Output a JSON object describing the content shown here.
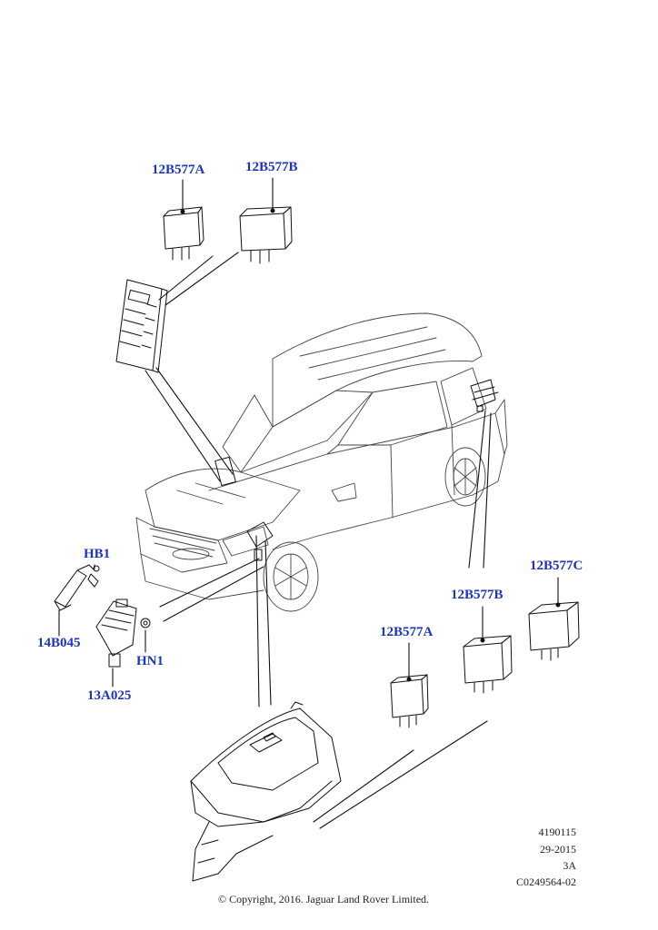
{
  "callouts": {
    "relay_a_top": "12B577A",
    "relay_b_top": "12B577B",
    "hb1": "HB1",
    "c14b045": "14B045",
    "hn1": "HN1",
    "c13a025": "13A025",
    "relay_c_right": "12B577C",
    "relay_b_right": "12B577B",
    "relay_a_bottom": "12B577A"
  },
  "reference": {
    "number": "4190115",
    "date": "29-2015",
    "section": "3A",
    "code": "C0249564-02"
  },
  "copyright": "© Copyright, 2016. Jaguar Land Rover Limited.",
  "colors": {
    "callout": "#1c33c4",
    "line": "#111111"
  }
}
